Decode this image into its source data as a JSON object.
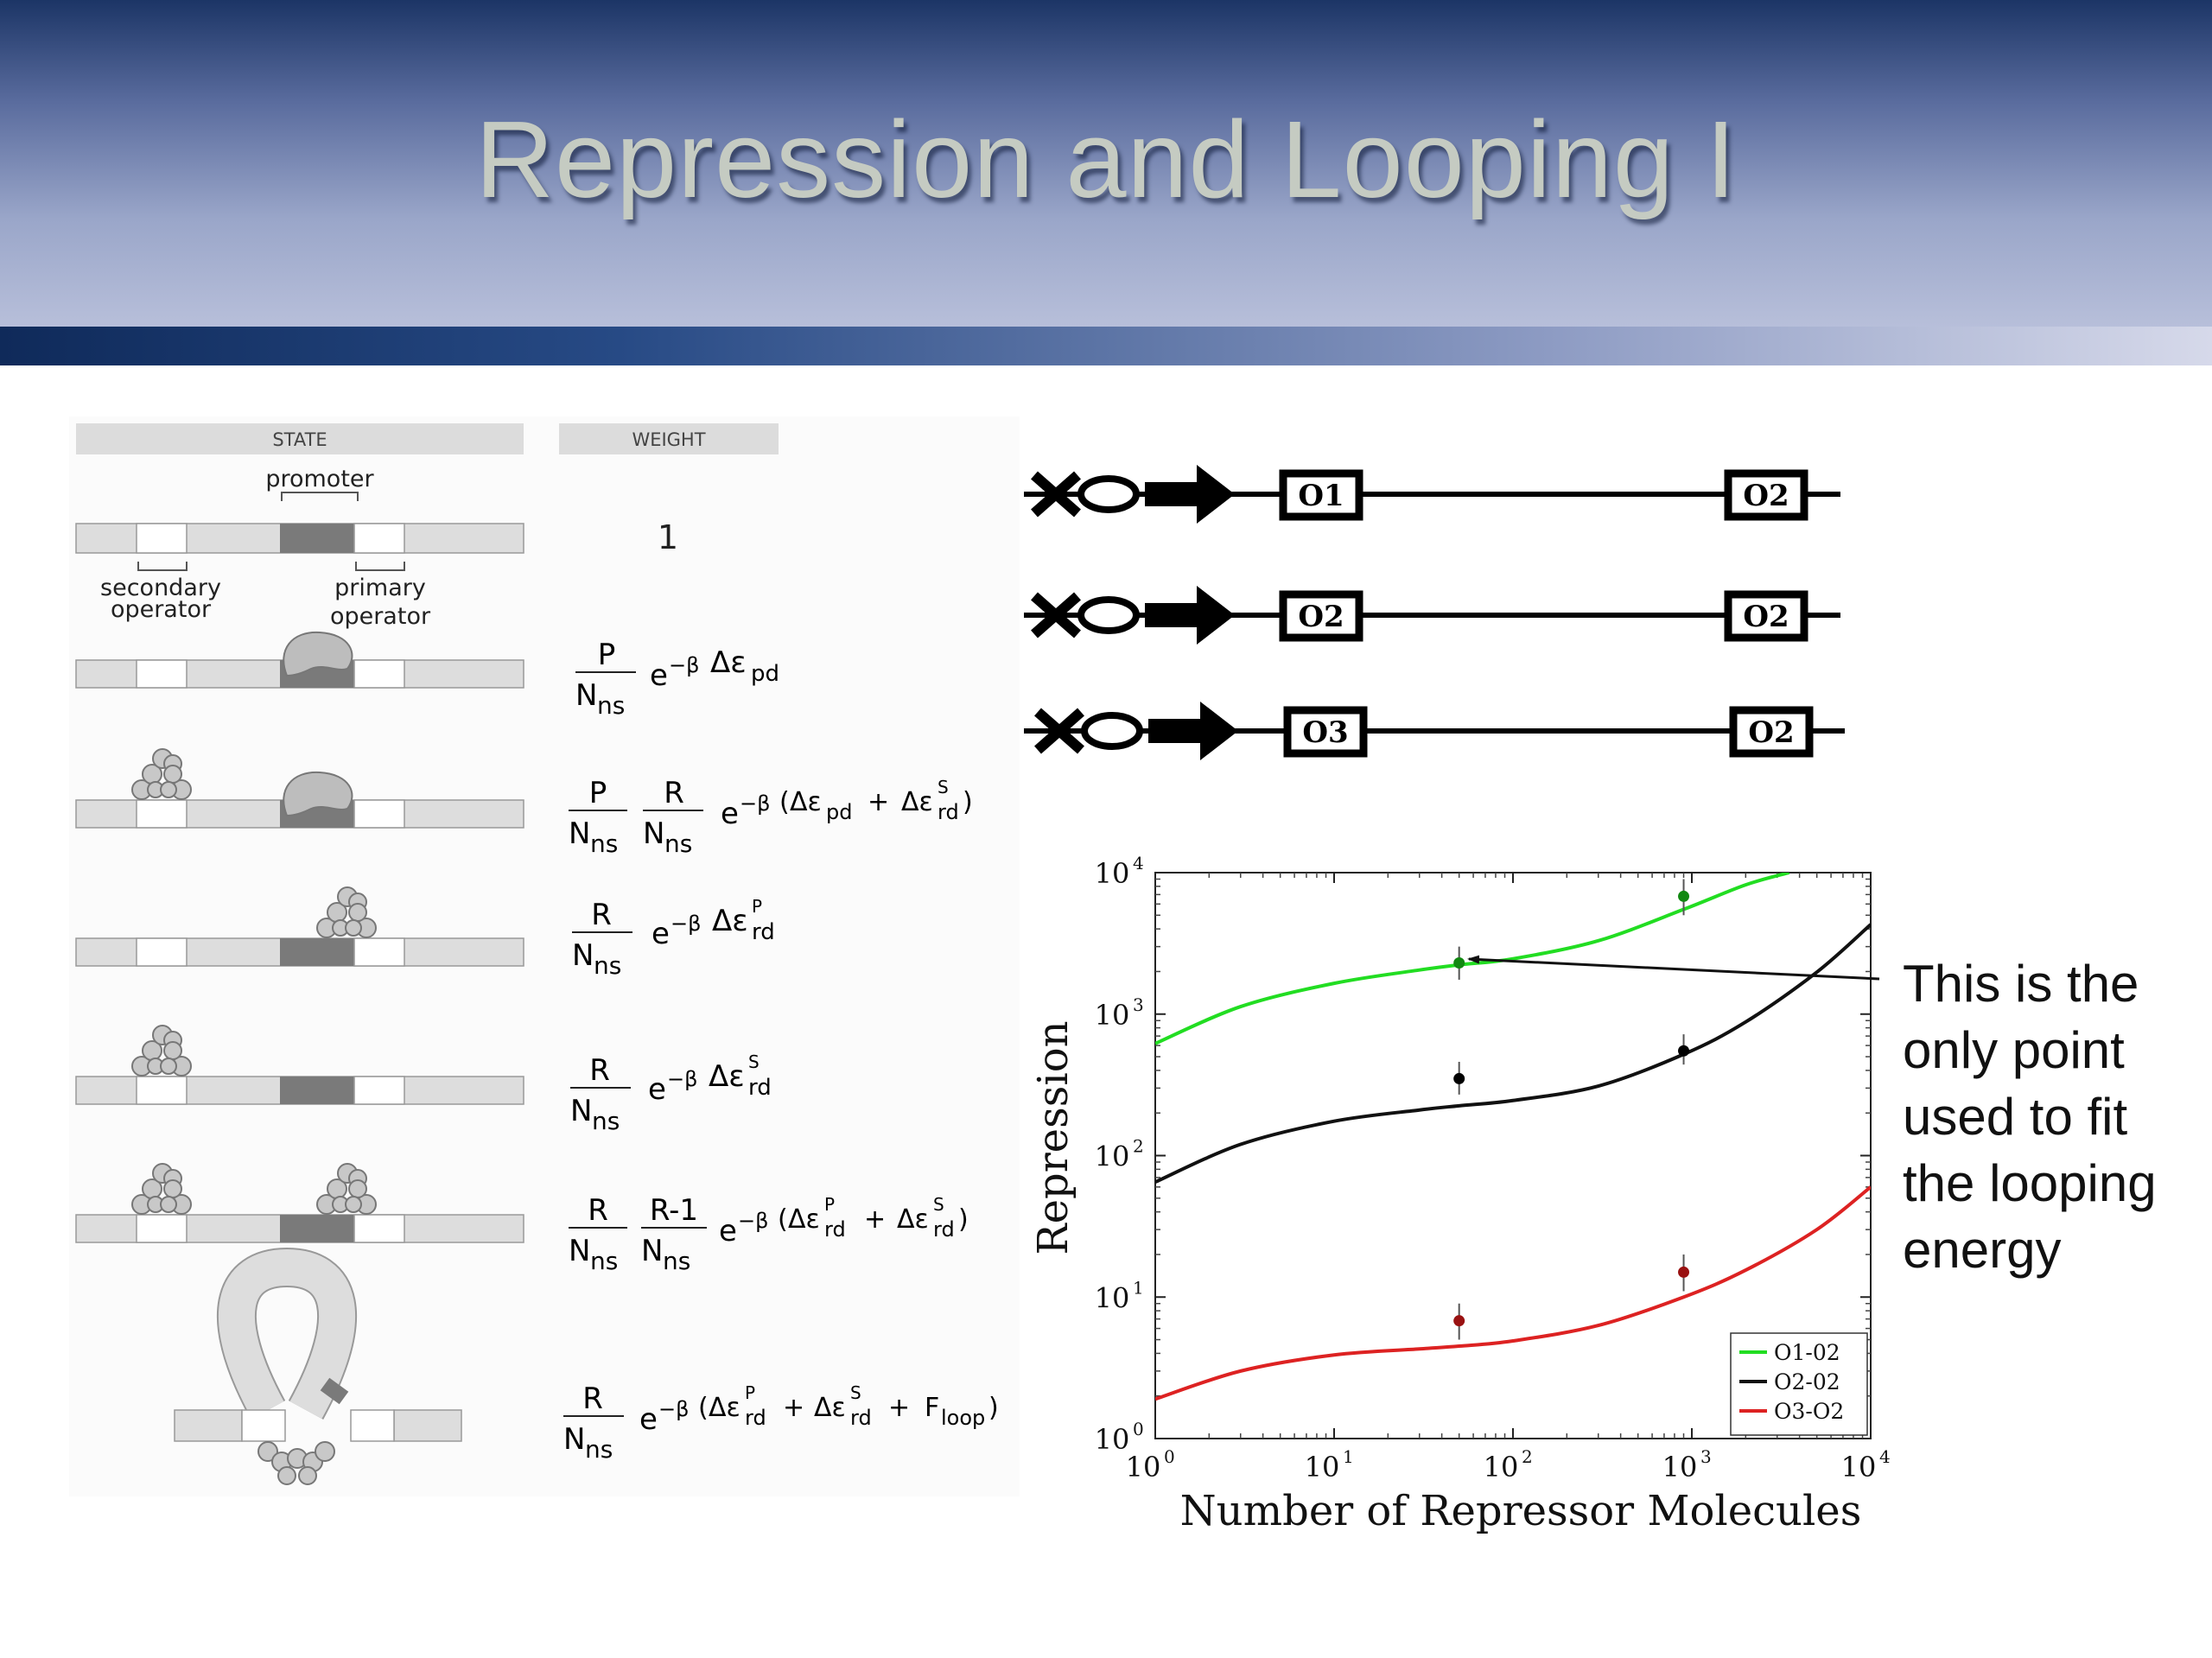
{
  "slide": {
    "title": "Repression and Looping I"
  },
  "states_table": {
    "state_header": "STATE",
    "weight_header": "WEIGHT",
    "labels": {
      "promoter": "promoter",
      "secondary": [
        "secondary",
        "operator"
      ],
      "primary": [
        "primary",
        "operator"
      ]
    },
    "weights": [
      {
        "display": "1"
      },
      {
        "display": "P/Nns · e^(−β Δε_pd)"
      },
      {
        "display": "P/Nns · R/Nns · e^(−β (Δε_pd + Δε^S_rd))"
      },
      {
        "display": "R/Nns · e^(−β Δε^P_rd)"
      },
      {
        "display": "R/Nns · e^(−β Δε^S_rd)"
      },
      {
        "display": "R/Nns · (R-1)/Nns · e^(−β (Δε^P_rd + Δε^S_rd))"
      },
      {
        "display": "R/Nns · e^(−β (Δε^P_rd + Δε^S_rd + F_loop))"
      }
    ],
    "sym": {
      "one": "1",
      "P": "P",
      "R": "R",
      "Rm1": "R-1",
      "N": "N",
      "ns": "ns",
      "e": "e",
      "mbeta": "−β",
      "deps": "Δε",
      "pd": "pd",
      "rd": "rd",
      "S": "S",
      "Psup": "P",
      "plus": "+",
      "lp": "(",
      "rp": ")",
      "F": "F",
      "loop": "loop"
    }
  },
  "constructs": [
    {
      "first": "O1",
      "second": "O2"
    },
    {
      "first": "O2",
      "second": "O2"
    },
    {
      "first": "O3",
      "second": "O2"
    }
  ],
  "chart_data": {
    "type": "line",
    "xlabel": "Number of Repressor Molecules",
    "ylabel": "Repression",
    "xscale": "log",
    "yscale": "log",
    "xlim": [
      1,
      10000
    ],
    "ylim": [
      1,
      10000
    ],
    "xtick_exponents": [
      "0",
      "1",
      "2",
      "3",
      "4"
    ],
    "ytick_exponents": [
      "0",
      "1",
      "2",
      "3",
      "4"
    ],
    "tick_base": "10",
    "legend_position": "bottom-right",
    "series": [
      {
        "name": "O1-02",
        "color": "#22dd22",
        "x": [
          1,
          3,
          10,
          30,
          50,
          100,
          300,
          900,
          2000,
          3500
        ],
        "y": [
          620,
          1130,
          1650,
          2050,
          2230,
          2460,
          3300,
          5500,
          8200,
          10000
        ],
        "points": [
          {
            "x": 50,
            "y": 2300,
            "err": [
              1750,
              3000
            ]
          },
          {
            "x": 900,
            "y": 6800,
            "err": [
              5000,
              9000
            ]
          }
        ]
      },
      {
        "name": "O2-02",
        "color": "#111111",
        "x": [
          1,
          3,
          10,
          30,
          50,
          100,
          300,
          900,
          2000,
          5000,
          10000
        ],
        "y": [
          65,
          120,
          175,
          210,
          225,
          245,
          310,
          520,
          880,
          1980,
          4300
        ],
        "points": [
          {
            "x": 50,
            "y": 350,
            "err": [
              270,
              460
            ]
          },
          {
            "x": 900,
            "y": 550,
            "err": [
              440,
              720
            ]
          }
        ]
      },
      {
        "name": "O3-O2",
        "color": "#dd2222",
        "x": [
          1,
          3,
          10,
          30,
          50,
          100,
          300,
          900,
          2000,
          5000,
          10000
        ],
        "y": [
          1.9,
          3.0,
          3.9,
          4.3,
          4.5,
          4.9,
          6.3,
          10.0,
          15.5,
          30.0,
          60.0
        ],
        "points": [
          {
            "x": 50,
            "y": 6.8,
            "err": [
              5.0,
              9.0
            ]
          },
          {
            "x": 900,
            "y": 15,
            "err": [
              11,
              20
            ]
          }
        ]
      }
    ]
  },
  "annotation": {
    "lines": [
      "This is the",
      "only point",
      "used to fit",
      "the looping",
      "energy"
    ],
    "color": "#111111"
  }
}
